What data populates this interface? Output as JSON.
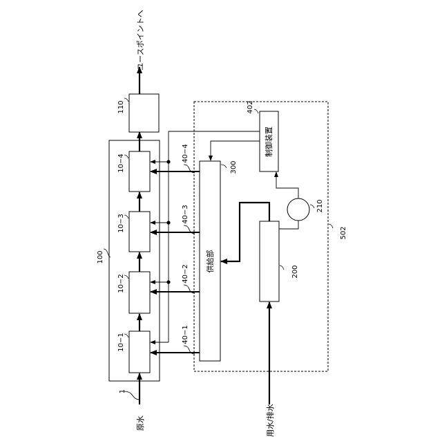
{
  "labels": {
    "raw_water": "原水",
    "use_point": "ユースポイントへ",
    "utility_water": "用水/排水",
    "supply_unit": "供給部",
    "control_device": "制御装置"
  },
  "refs": {
    "r1": "1",
    "r100": "100",
    "r110": "110",
    "r10_1": "10−1",
    "r10_2": "10−2",
    "r10_3": "10−3",
    "r10_4": "10−4",
    "r40_1": "40−1",
    "r40_2": "40−2",
    "r40_3": "40−3",
    "r40_4": "40−4",
    "r200": "200",
    "r210": "210",
    "r300": "300",
    "r402": "402",
    "r502": "502"
  }
}
